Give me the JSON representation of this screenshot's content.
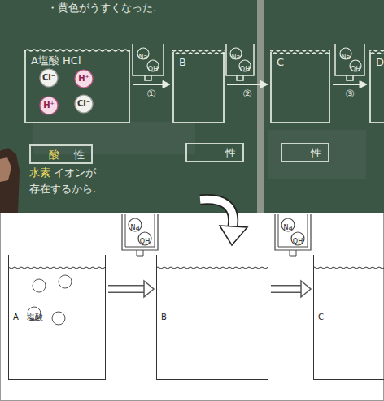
{
  "diagram": {
    "nodes": [
      {
        "text": [
          "A塩酸 HCl"
        ]
      },
      {
        "text": [
          "Cl⁻"
        ],
        "in": 0
      },
      {
        "text": [
          "H⁺"
        ],
        "in": 0
      },
      {
        "text": [
          "H⁺"
        ],
        "in": 0
      },
      {
        "text": [
          "Cl⁻"
        ],
        "in": 0
      },
      {
        "text": [
          "Na"
        ]
      },
      {
        "text": [
          "OH"
        ]
      },
      {
        "text": [
          "B"
        ]
      },
      {
        "text": [
          "Na"
        ]
      },
      {
        "text": [
          "OH"
        ]
      },
      {
        "text": [
          "C"
        ]
      },
      {
        "text": [
          "Na"
        ]
      },
      {
        "text": [
          "OH"
        ]
      },
      {
        "text": [
          "D"
        ]
      },
      {
        "text": [
          "酸",
          "性"
        ]
      },
      {
        "text": [
          "性"
        ]
      },
      {
        "text": [
          "性"
        ]
      },
      {
        "text": [
          "A",
          "塩酸"
        ]
      },
      {
        "text": [
          "Na"
        ]
      },
      {
        "text": [
          "OH"
        ]
      },
      {
        "text": [
          "B"
        ]
      },
      {
        "text": [
          "Na"
        ]
      },
      {
        "text": [
          "OH"
        ]
      },
      {
        "text": [
          "C"
        ]
      }
    ],
    "edges": [
      {
        "from": 0,
        "to": 7,
        "arrow": "to",
        "label": "①"
      },
      {
        "from": 7,
        "to": 10,
        "arrow": "to",
        "label": "②"
      },
      {
        "from": 10,
        "to": 13,
        "arrow": "to",
        "label": "③"
      },
      {
        "from": 17,
        "to": 20,
        "arrow": "to"
      },
      {
        "from": 20,
        "to": 23,
        "arrow": "to"
      }
    ],
    "labels": [
      "・黄色がうすくなった.",
      "水素",
      "イオンが",
      "存在するから."
    ]
  }
}
